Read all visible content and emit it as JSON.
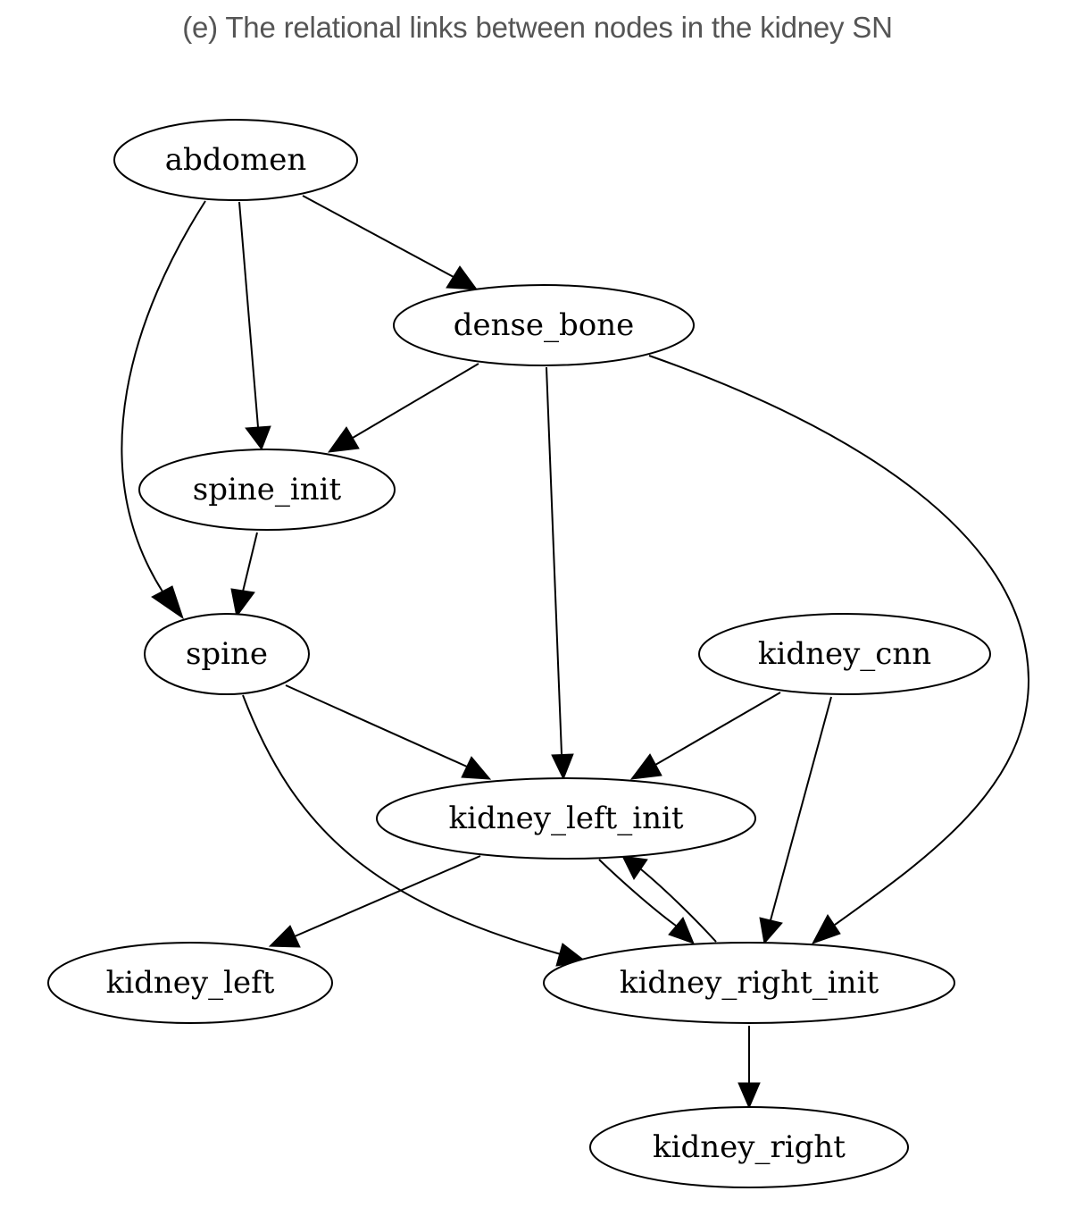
{
  "caption": "(e) The relational links between nodes in the kidney SN",
  "nodes": [
    {
      "id": "abdomen",
      "label": "abdomen"
    },
    {
      "id": "dense_bone",
      "label": "dense_bone"
    },
    {
      "id": "spine_init",
      "label": "spine_init"
    },
    {
      "id": "spine",
      "label": "spine"
    },
    {
      "id": "kidney_cnn",
      "label": "kidney_cnn"
    },
    {
      "id": "kidney_left_init",
      "label": "kidney_left_init"
    },
    {
      "id": "kidney_left",
      "label": "kidney_left"
    },
    {
      "id": "kidney_right_init",
      "label": "kidney_right_init"
    },
    {
      "id": "kidney_right",
      "label": "kidney_right"
    }
  ],
  "edges": [
    {
      "from": "abdomen",
      "to": "dense_bone"
    },
    {
      "from": "abdomen",
      "to": "spine_init"
    },
    {
      "from": "abdomen",
      "to": "spine"
    },
    {
      "from": "dense_bone",
      "to": "spine_init"
    },
    {
      "from": "dense_bone",
      "to": "kidney_left_init"
    },
    {
      "from": "dense_bone",
      "to": "kidney_right_init"
    },
    {
      "from": "spine_init",
      "to": "spine"
    },
    {
      "from": "spine",
      "to": "kidney_left_init"
    },
    {
      "from": "spine",
      "to": "kidney_right_init"
    },
    {
      "from": "kidney_cnn",
      "to": "kidney_left_init"
    },
    {
      "from": "kidney_cnn",
      "to": "kidney_right_init"
    },
    {
      "from": "kidney_left_init",
      "to": "kidney_left"
    },
    {
      "from": "kidney_left_init",
      "to": "kidney_right_init"
    },
    {
      "from": "kidney_right_init",
      "to": "kidney_left_init"
    },
    {
      "from": "kidney_right_init",
      "to": "kidney_right"
    }
  ]
}
